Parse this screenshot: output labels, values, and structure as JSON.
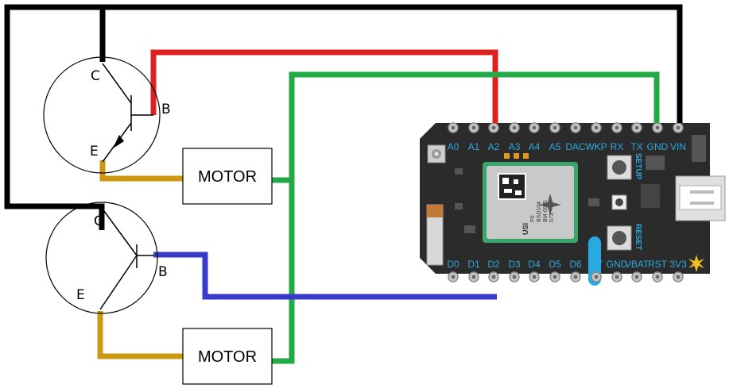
{
  "transistors": [
    {
      "c": "C",
      "b": "B",
      "e": "E"
    },
    {
      "c": "C",
      "b": "B",
      "e": "E"
    }
  ],
  "motors": [
    {
      "label": "MOTOR"
    },
    {
      "label": "MOTOR"
    }
  ],
  "board": {
    "top_pins": [
      "A0",
      "A1",
      "A2",
      "A3",
      "A4",
      "A5",
      "DAC",
      "WKP",
      "RX",
      "TX",
      "GND",
      "VIN"
    ],
    "bottom_pins": [
      "D0",
      "D1",
      "D2",
      "D3",
      "D4",
      "D5",
      "D6",
      "D7",
      "GND",
      "VBAT",
      "RST",
      "3V3"
    ],
    "setup_label": "SETUP",
    "reset_label": "RESET",
    "module_lines": [
      "P0",
      "BSD104",
      "BM-09-S",
      "573"
    ],
    "module_brand": "USI"
  },
  "colors": {
    "wire_black": "#000000",
    "wire_red": "#e02020",
    "wire_green": "#22aa44",
    "wire_blue": "#3a3ac8",
    "wire_brown": "#cc9910",
    "board_bg": "#2b2b2b",
    "pin_label": "#2aa8e0"
  }
}
